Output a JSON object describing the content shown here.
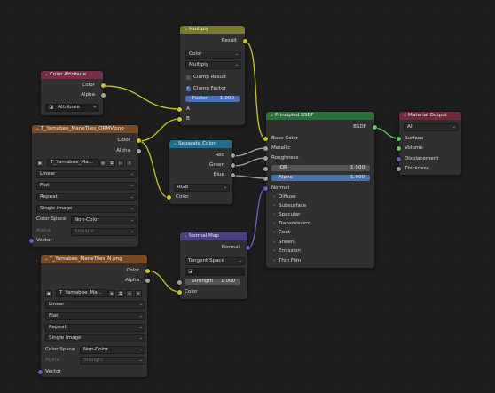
{
  "colors": {
    "canvas": "#1d1d1d",
    "node_body": "#303030",
    "header_input": "#7a2d49",
    "header_texture": "#7a4a23",
    "header_converter": "#1f6e8e",
    "header_vector": "#483f84",
    "header_shader": "#2e6f3a",
    "header_output": "#6b2b3a",
    "header_math": "#7a7a27",
    "socket_color": "#c7c729",
    "socket_float": "#a1a1a1",
    "socket_vector": "#6363c7",
    "socket_shader": "#62c762",
    "accent_blue": "#4772b3"
  },
  "multiply": {
    "title": "Multiply",
    "result": "Result",
    "type": "Color",
    "operation": "Multiply",
    "clamp_result": "Clamp Result",
    "clamp_factor": "Clamp Factor",
    "factor_label": "Factor",
    "factor_value": "1.000",
    "a": "A",
    "b": "B"
  },
  "color_attribute": {
    "title": "Color Attribute",
    "color": "Color",
    "alpha": "Alpha",
    "attribute_name": "Attribute"
  },
  "tex1": {
    "title": "T_Yamabee_ManeTiles_ORMV.png",
    "color": "Color",
    "alpha": "Alpha",
    "image_name": "T_Yamabee_Ma...",
    "interpolation": "Linear",
    "projection": "Flat",
    "extension": "Repeat",
    "source": "Single Image",
    "color_space_label": "Color Space",
    "color_space": "Non-Color",
    "alpha_label": "Alpha",
    "alpha_mode": "Straight",
    "vector": "Vector"
  },
  "separate": {
    "title": "Separate Color",
    "red": "Red",
    "green": "Green",
    "blue": "Blue",
    "mode": "RGB",
    "color": "Color"
  },
  "normal_map": {
    "title": "Normal Map",
    "normal": "Normal",
    "space": "Tangent Space",
    "strength_label": "Strength",
    "strength_value": "1.000",
    "color": "Color"
  },
  "tex2": {
    "title": "T_Yamabee_ManeTiles_N.png",
    "color": "Color",
    "alpha": "Alpha",
    "image_name": "T_Yamabee_Ma...",
    "interpolation": "Linear",
    "projection": "Flat",
    "extension": "Repeat",
    "source": "Single Image",
    "color_space_label": "Color Space",
    "color_space": "Non-Color",
    "alpha_label": "Alpha",
    "alpha_mode": "Straight",
    "vector": "Vector"
  },
  "bsdf": {
    "title": "Principled BSDF",
    "bsdf": "BSDF",
    "base_color": "Base Color",
    "metallic": "Metallic",
    "roughness": "Roughness",
    "ior_label": "IOR",
    "ior_value": "1.500",
    "alpha_label": "Alpha",
    "alpha_value": "1.000",
    "normal": "Normal",
    "panels": [
      "Diffuse",
      "Subsurface",
      "Specular",
      "Transmission",
      "Coat",
      "Sheen",
      "Emission",
      "Thin Film"
    ]
  },
  "material_output": {
    "title": "Material Output",
    "target": "All",
    "surface": "Surface",
    "volume": "Volume",
    "displacement": "Displacement",
    "thickness": "Thickness"
  }
}
